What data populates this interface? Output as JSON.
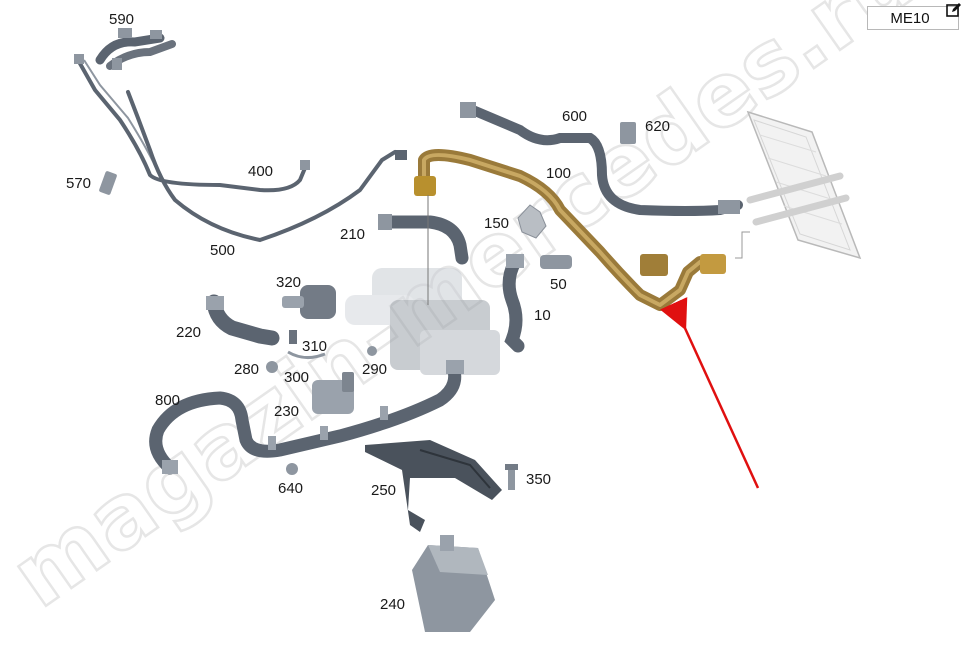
{
  "diagram": {
    "code": "ME10",
    "watermark": "magazin-mercedes.ru",
    "callouts": {
      "p590": "590",
      "p570": "570",
      "p400": "400",
      "p500": "500",
      "p600": "600",
      "p620": "620",
      "p100": "100",
      "p150": "150",
      "p210": "210",
      "p50": "50",
      "p10": "10",
      "p320": "320",
      "p220": "220",
      "p310": "310",
      "p280": "280",
      "p300": "300",
      "p290": "290",
      "p800": "800",
      "p230": "230",
      "p640": "640",
      "p350": "350",
      "p250": "250",
      "p240": "240"
    },
    "highlighted_part": "100",
    "colors": {
      "hose": "#5b6470",
      "hose_light": "#8e96a0",
      "highlight": "#9a7a3a",
      "arrow": "#e01010"
    }
  }
}
